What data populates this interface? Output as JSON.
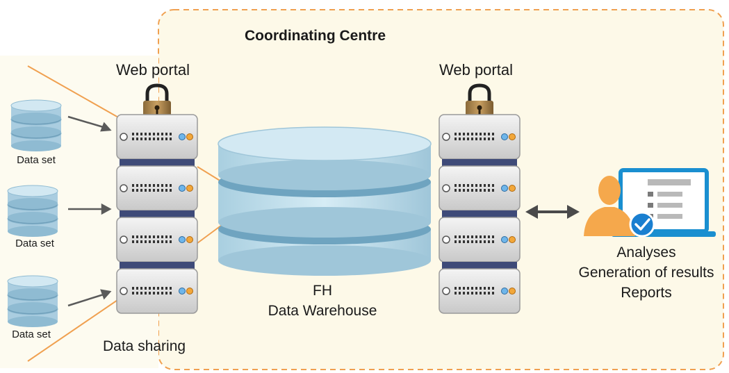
{
  "coordinating_centre": {
    "title": "Coordinating Centre"
  },
  "datasets": [
    {
      "label": "Data set"
    },
    {
      "label": "Data set"
    },
    {
      "label": "Data set"
    }
  ],
  "left_portal": {
    "label": "Web portal"
  },
  "right_portal": {
    "label": "Web portal"
  },
  "warehouse": {
    "line1": "FH",
    "line2": "Data Warehouse"
  },
  "data_sharing": {
    "label": "Data sharing"
  },
  "outputs": {
    "line1": "Analyses",
    "line2": "Generation of results",
    "line3": "Reports"
  },
  "colors": {
    "region_fill": "#fdf9e8",
    "dash_border": "#f0a050",
    "funnel_line": "#f0a050",
    "warehouse_fill": "#bcdcea",
    "warehouse_dark": "#6fa4c0",
    "server_body": "#dedede",
    "server_band": "#3e4a78",
    "laptop_frame": "#1a8fd0",
    "user_orange": "#f5a84c",
    "check_blue": "#1a7fd0"
  }
}
